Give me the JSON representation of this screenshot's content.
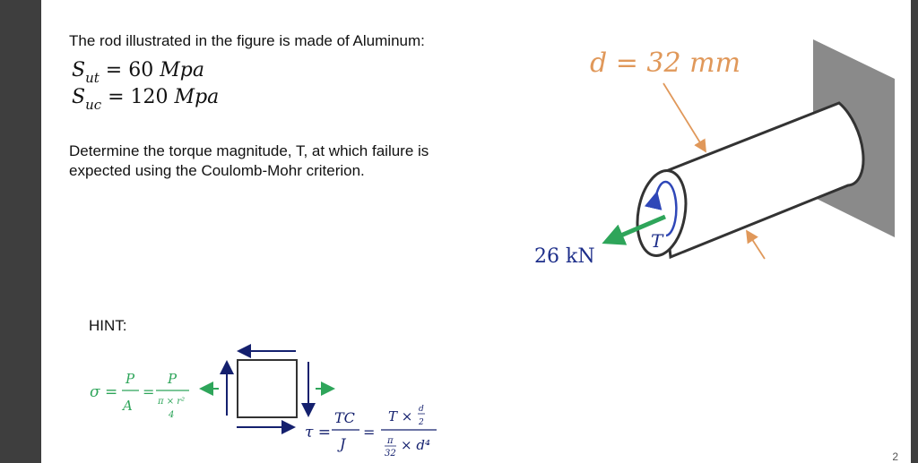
{
  "problem": {
    "intro": "The rod illustrated in the figure is made of Aluminum:",
    "sut": {
      "symbol": "S",
      "sub": "ut",
      "rest": " = 60 ",
      "unit": "Mpa"
    },
    "suc": {
      "symbol": "S",
      "sub": "uc",
      "rest": " = 120 ",
      "unit": "Mpa"
    },
    "question": "Determine the torque magnitude, T, at which failure is expected using the Coulomb-Mohr criterion."
  },
  "figure": {
    "diameter_label": "d = 32 mm",
    "force_label": "26 kN",
    "torque_label": "T"
  },
  "hint": {
    "label": "HINT:",
    "normal": {
      "sigma": "σ =",
      "P": "P",
      "A": "A",
      "eq": "=",
      "P2": "P",
      "den": "π × r²",
      "four": "4"
    },
    "shear": {
      "tau": "τ =",
      "TC": "TC",
      "J": "J",
      "eq": "=",
      "num": "T ×",
      "d": "d",
      "two": "2",
      "pi": "π",
      "x": "× d⁴",
      "thirtytwo": "32"
    }
  },
  "page_number": "2",
  "colors": {
    "orange": "#e0985a",
    "green": "#2ea55a",
    "navy": "#14206e",
    "blue": "#2f47b8",
    "wall": "#8a8a8a"
  }
}
